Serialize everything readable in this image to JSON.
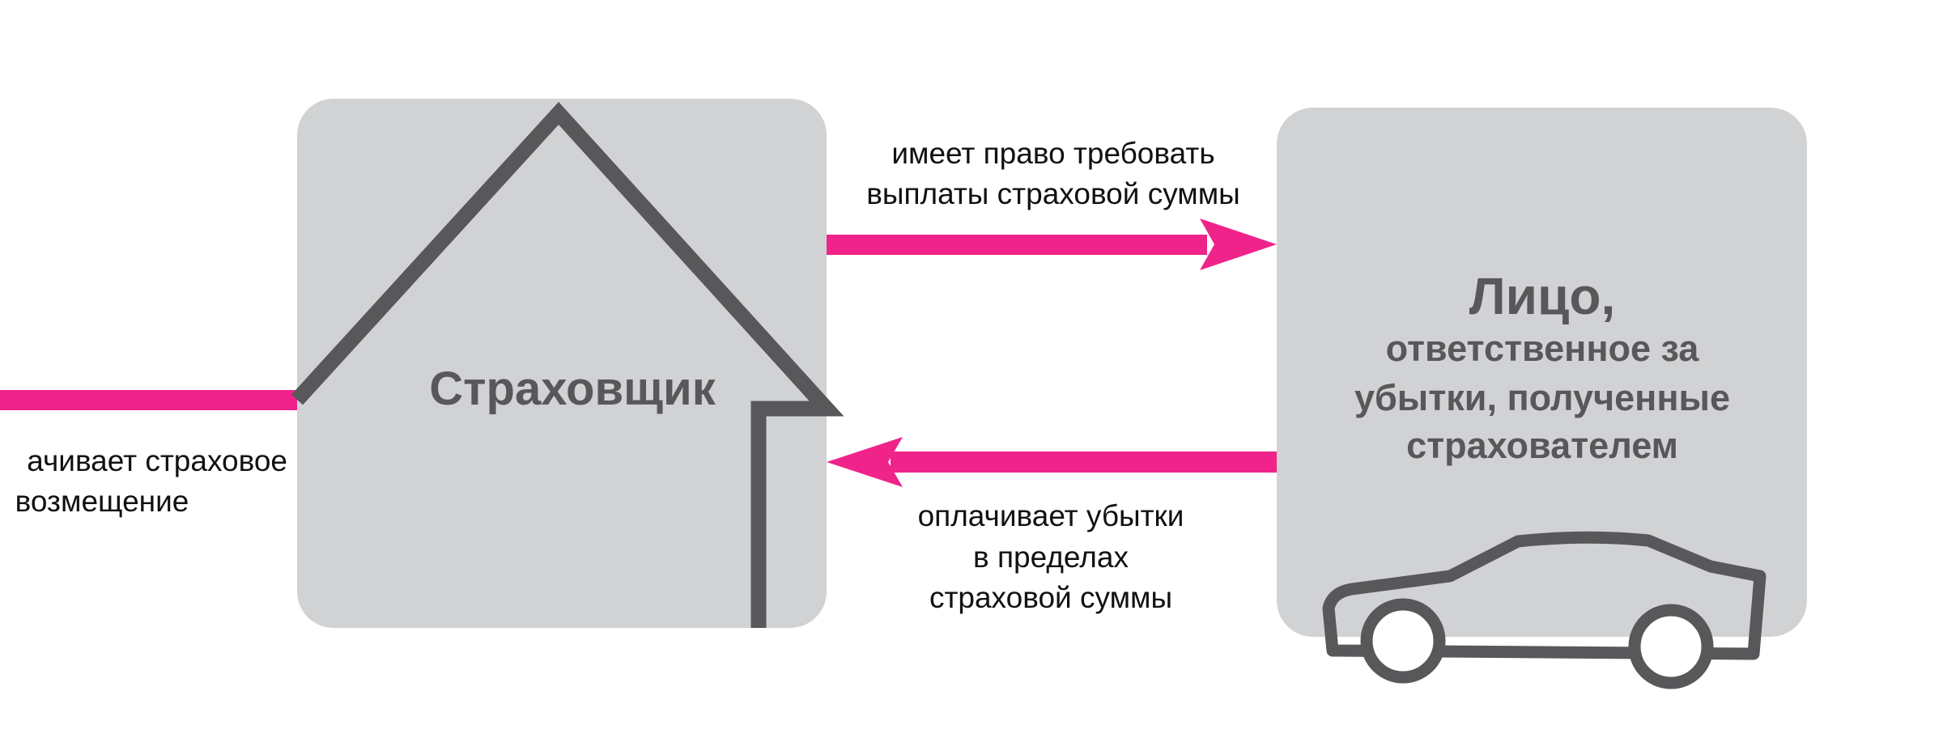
{
  "colors": {
    "accent": "#f0238a",
    "box": "#d1d2d4",
    "stroke": "#58585a"
  },
  "insurer": {
    "title": "Страховщик",
    "icon": "house-icon"
  },
  "responsible": {
    "title": "Лицо,",
    "lines": [
      "ответственное за",
      "убытки, полученные",
      "страхователем"
    ],
    "icon": "car-icon"
  },
  "arrow_right_label": [
    "имеет право требовать",
    "выплаты страховой суммы"
  ],
  "arrow_left_label": [
    "оплачивает убытки",
    "в пределах",
    "страховой суммы"
  ],
  "left_label": [
    "ачивает страховое",
    "возмещение"
  ]
}
